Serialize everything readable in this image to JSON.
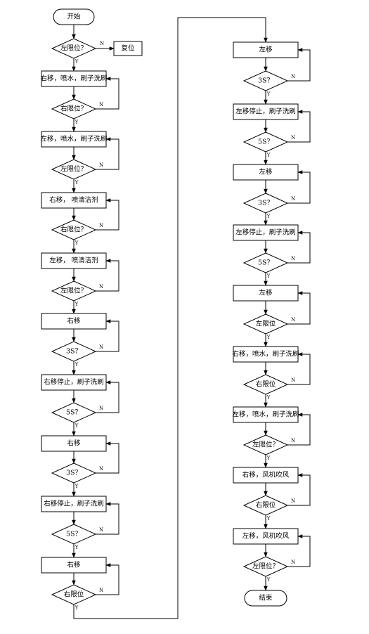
{
  "start": "开始",
  "end": "结束",
  "reset": "复位",
  "yes": "Y",
  "no": "N",
  "left_column": [
    {
      "type": "decision",
      "text": "左限位？"
    },
    {
      "type": "process",
      "text": "右移，喷水，刷子洗刷"
    },
    {
      "type": "decision",
      "text": "右限位？"
    },
    {
      "type": "process",
      "text": "左移，喷水，刷子洗刷"
    },
    {
      "type": "decision",
      "text": "左限位？"
    },
    {
      "type": "process",
      "text": "右移，  喷清洁剂"
    },
    {
      "type": "decision",
      "text": "右限位？"
    },
    {
      "type": "process",
      "text": "左移，  喷清洁剂"
    },
    {
      "type": "decision",
      "text": "左限位？"
    },
    {
      "type": "process",
      "text": "右移"
    },
    {
      "type": "decision",
      "text": "3S？"
    },
    {
      "type": "process",
      "text": "右移停止，刷子洗刷"
    },
    {
      "type": "decision",
      "text": "5S？"
    },
    {
      "type": "process",
      "text": "右移"
    },
    {
      "type": "decision",
      "text": "3S？"
    },
    {
      "type": "process",
      "text": "右移停止，刷子洗刷"
    },
    {
      "type": "decision",
      "text": "5S？"
    },
    {
      "type": "process",
      "text": "右移"
    },
    {
      "type": "decision",
      "text": "右限位"
    }
  ],
  "right_column": [
    {
      "type": "process",
      "text": "左移"
    },
    {
      "type": "decision",
      "text": "3S？"
    },
    {
      "type": "process",
      "text": "左移停止，刷子洗刷"
    },
    {
      "type": "decision",
      "text": "5S？"
    },
    {
      "type": "process",
      "text": "左移"
    },
    {
      "type": "decision",
      "text": "3S？"
    },
    {
      "type": "process",
      "text": "左移停止，刷子洗刷"
    },
    {
      "type": "decision",
      "text": "5S？"
    },
    {
      "type": "process",
      "text": "左移"
    },
    {
      "type": "decision",
      "text": "左限位"
    },
    {
      "type": "process",
      "text": "右移，喷水，刷子洗刷"
    },
    {
      "type": "decision",
      "text": "右限位"
    },
    {
      "type": "process",
      "text": "左移，喷水，刷子洗刷"
    },
    {
      "type": "decision",
      "text": "左限位？"
    },
    {
      "type": "process",
      "text": "右移，风机吹风"
    },
    {
      "type": "decision",
      "text": "右限位"
    },
    {
      "type": "process",
      "text": "左移，风机吹风"
    },
    {
      "type": "decision",
      "text": "左限位？"
    }
  ]
}
